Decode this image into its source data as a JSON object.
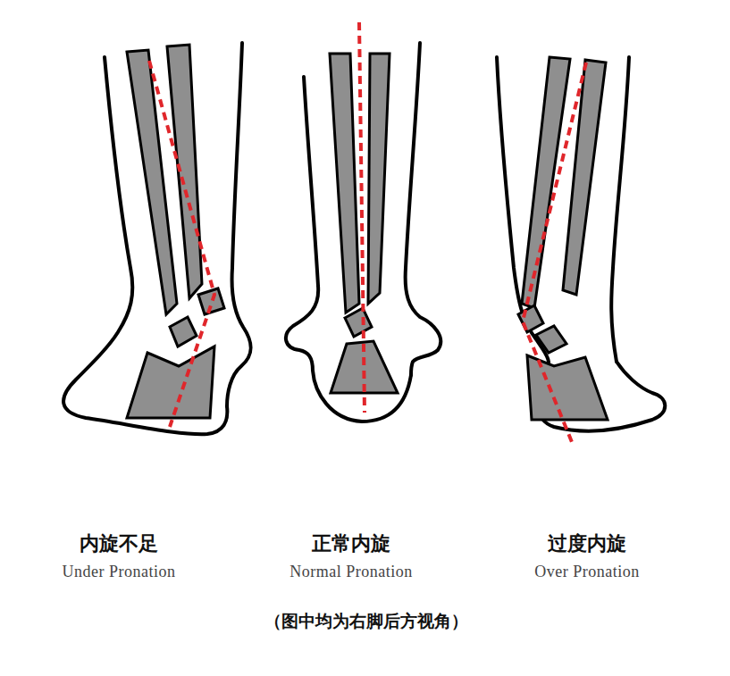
{
  "diagram": {
    "caption": "（图中均为右脚后方视角）",
    "labels": [
      "内旋不足",
      "Under Pronation",
      "正常内旋",
      "Normal Pronation",
      "过度内旋",
      "Over Pronation"
    ]
  }
}
